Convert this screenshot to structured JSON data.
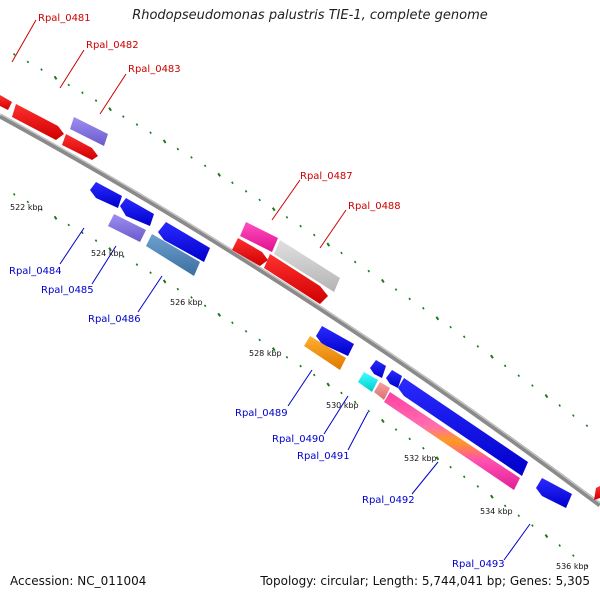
{
  "header": {
    "title": "Rhodopseudomonas palustris TIE-1, complete genome"
  },
  "footer": {
    "accession": "Accession: NC_011004",
    "summary": "Topology: circular; Length: 5,744,041 bp; Genes: 5,305"
  },
  "colors": {
    "forward_label": "#cc0000",
    "reverse_label": "#0000cc",
    "backbone": "#8a8a8a",
    "tick": "#1a7a1a"
  },
  "ticks": [
    "522 kbp",
    "524 kbp",
    "526 kbp",
    "528 kbp",
    "530 kbp",
    "532 kbp",
    "534 kbp",
    "536 kbp"
  ],
  "gene_labels": {
    "forward": [
      "Rpal_0481",
      "Rpal_0482",
      "Rpal_0483",
      "Rpal_0487",
      "Rpal_0488"
    ],
    "reverse": [
      "Rpal_0484",
      "Rpal_0485",
      "Rpal_0486",
      "Rpal_0489",
      "Rpal_0490",
      "Rpal_0491",
      "Rpal_0492",
      "Rpal_0493"
    ]
  }
}
